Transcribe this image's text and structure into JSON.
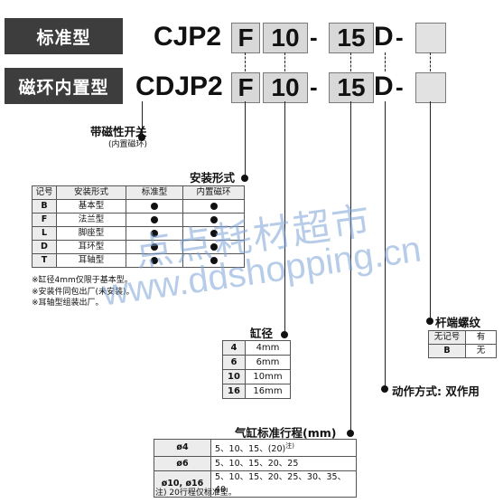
{
  "rows": [
    {
      "label": "标准型",
      "prefix": "CJP2"
    },
    {
      "label": "磁环内置型",
      "prefix": "CDJP2"
    }
  ],
  "code_parts": {
    "mount": "F",
    "bore": "10",
    "stroke": "15",
    "action": "D",
    "dash": "-"
  },
  "magnet": {
    "title": "带磁性开关",
    "subtitle": "(内置磁环)"
  },
  "mount": {
    "title": "安装形式",
    "headers": [
      "记号",
      "安装形式",
      "标准型",
      "内置磁环"
    ],
    "rows": [
      {
        "code": "B",
        "name": "基本型",
        "std": true,
        "mag": true
      },
      {
        "code": "F",
        "name": "法兰型",
        "std": true,
        "mag": true
      },
      {
        "code": "L",
        "name": "脚座型",
        "std": true,
        "mag": true
      },
      {
        "code": "D",
        "name": "耳环型",
        "std": true,
        "mag": true
      },
      {
        "code": "T",
        "name": "耳轴型",
        "std": true,
        "mag": true
      }
    ],
    "notes": [
      "※缸径4mm仅限于基本型。",
      "※安装件同包出厂(未安装)。",
      "※耳轴型组装出厂。"
    ]
  },
  "bore": {
    "title": "缸径",
    "rows": [
      {
        "code": "4",
        "value": "4mm"
      },
      {
        "code": "6",
        "value": "6mm"
      },
      {
        "code": "10",
        "value": "10mm"
      },
      {
        "code": "16",
        "value": "16mm"
      }
    ]
  },
  "stroke": {
    "title": "气缸标准行程(mm)",
    "rows": [
      {
        "bore": "ø4",
        "values": "5、10、15、(20)",
        "sup": "注)"
      },
      {
        "bore": "ø6",
        "values": "5、10、15、20、25",
        "sup": ""
      },
      {
        "bore": "ø10, ø16",
        "values": "5、10、15、20、25、30、35、40",
        "sup": ""
      }
    ],
    "note": "注) 20行程仅标准型。"
  },
  "action": {
    "title": "动作方式: 双作用"
  },
  "rod_end": {
    "title": "杆端螺纹",
    "rows": [
      {
        "code": "无记号",
        "value": "有"
      },
      {
        "code": "B",
        "value": "无"
      }
    ]
  },
  "watermark": {
    "line1": "点点耗材超市",
    "line2": "www.ddshopping.cn"
  }
}
